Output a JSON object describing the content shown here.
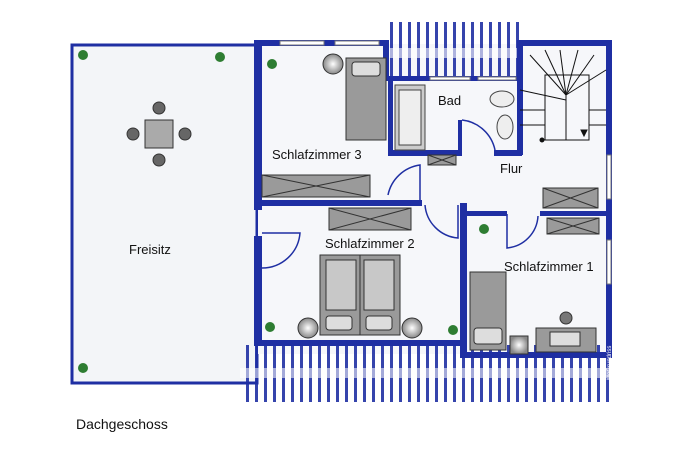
{
  "plan": {
    "floor_label": "Dachgeschoss",
    "rooms": {
      "terrace": "Freisitz",
      "bedroom3": "Schlafzimmer 3",
      "bath": "Bad",
      "hall": "Flur",
      "bedroom2": "Schlafzimmer 2",
      "bedroom1": "Schlafzimmer 1"
    },
    "watermark": "MeGrundriss"
  },
  "colors": {
    "wall": "#1f2fa3",
    "furniture": "#9a9a9a",
    "floor": "#f3f5f8",
    "plant": "#2e7d32"
  }
}
